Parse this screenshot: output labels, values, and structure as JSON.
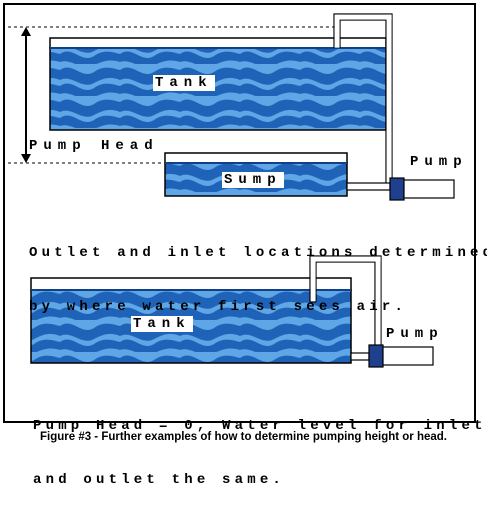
{
  "diagram1": {
    "tank_label": "Tank",
    "sump_label": "Sump",
    "pump_label": "Pump",
    "pump_head_label": "Pump Head",
    "description_lines": [
      "Outlet and inlet locations determined",
      "by where water first sees air."
    ]
  },
  "diagram2": {
    "tank_label": "Tank",
    "pump_label": "Pump",
    "description_lines": [
      "Pump Head = 0, Water level for inlet",
      "and outlet the same."
    ]
  },
  "caption": "Figure #3 - Further examples of how to determine pumping height or head.",
  "colors": {
    "water_light": "#5fa6e6",
    "water_dark": "#1f63b8",
    "water_surface": "#123f8a",
    "outline": "#000000",
    "pipe": "#ffffff",
    "background": "#ffffff"
  }
}
